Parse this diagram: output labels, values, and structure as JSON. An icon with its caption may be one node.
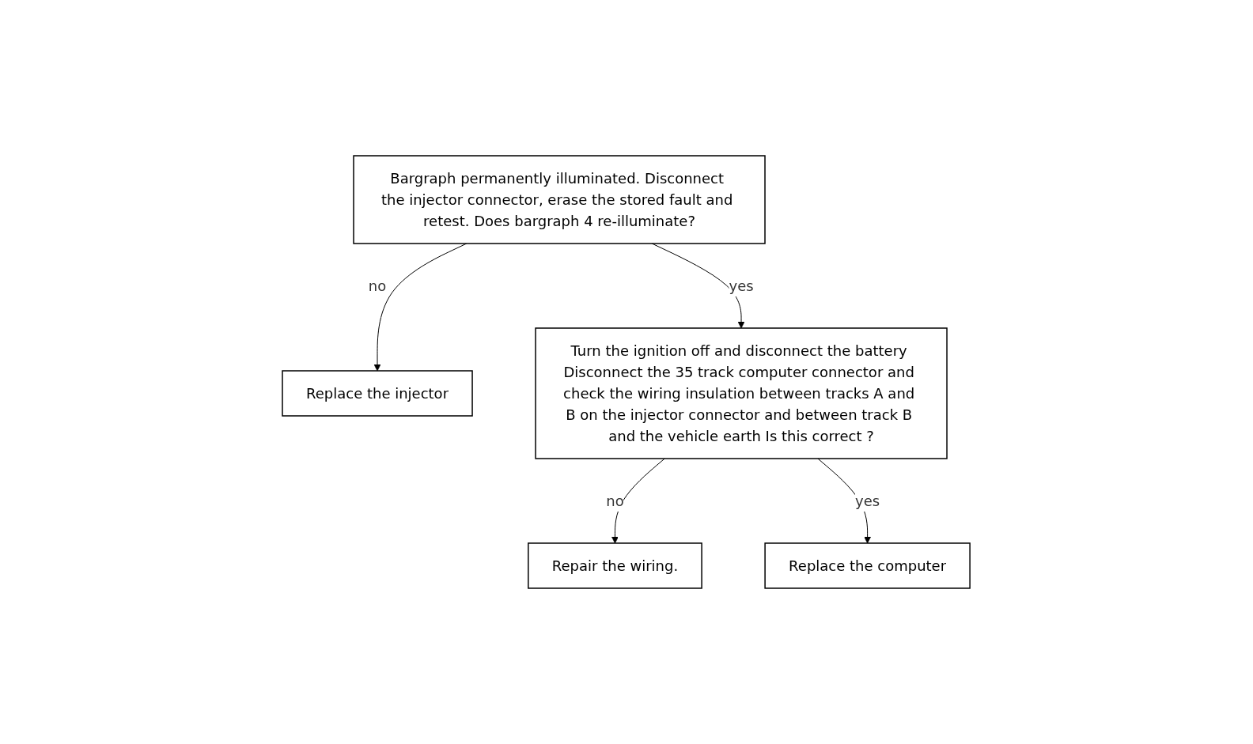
{
  "diagram": {
    "nodes": [
      {
        "text": [
          "Bargraph permanently illuminated. Disconnect the injector connector, erase the stored fault and retest. Does bargraph 4 re-illuminate?"
        ]
      },
      {
        "text": [
          "Replace the injector"
        ]
      },
      {
        "text": [
          "Turn the ignition off and disconnect the battery Disconnect the 35 track computer connector and check the wiring insulation between tracks A and B on the injector connector and between track B and the vehicle earth Is this correct ?"
        ]
      },
      {
        "text": [
          "Repair the wiring."
        ]
      },
      {
        "text": [
          "Replace the computer"
        ]
      }
    ],
    "edges": [
      {
        "from": 0,
        "to": 1,
        "arrow": "to",
        "label": "no"
      },
      {
        "from": 0,
        "to": 2,
        "arrow": "to",
        "label": "yes"
      },
      {
        "from": 2,
        "to": 3,
        "arrow": "to",
        "label": "no"
      },
      {
        "from": 2,
        "to": 4,
        "arrow": "to",
        "label": "yes"
      }
    ]
  }
}
